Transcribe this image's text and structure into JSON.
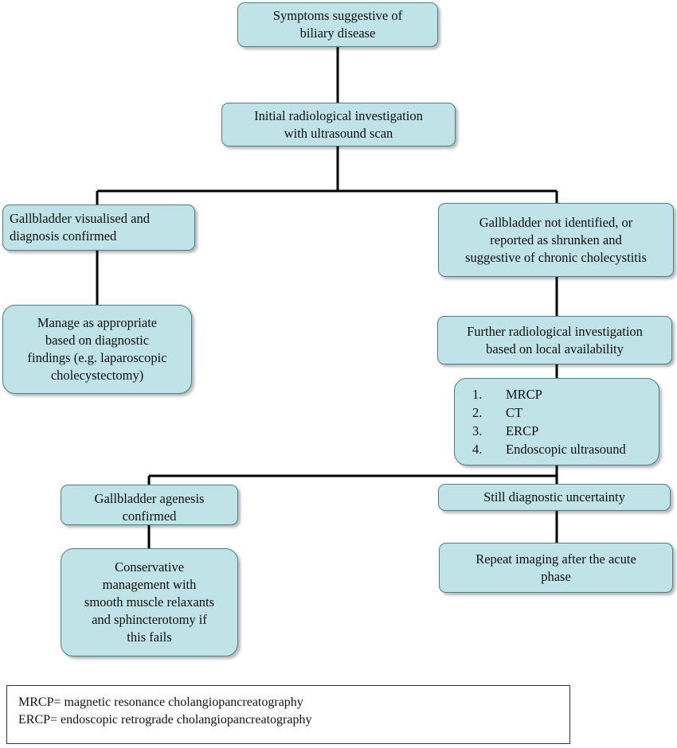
{
  "flowchart": {
    "symptoms": {
      "lines": [
        "Symptoms suggestive of",
        "biliary disease"
      ]
    },
    "initial_investigation": {
      "lines": [
        "Initial radiological investigation",
        "with ultrasound scan"
      ]
    },
    "gallbladder_visualised": {
      "lines": [
        "Gallbladder visualised and",
        "diagnosis confirmed"
      ]
    },
    "gallbladder_not_identified": {
      "lines": [
        "Gallbladder not identified, or",
        "reported as shrunken and",
        "suggestive of chronic cholecystitis"
      ]
    },
    "manage_as_appropriate": {
      "lines": [
        "Manage as appropriate",
        "based on diagnostic",
        "findings (e.g. laparoscopic",
        "cholecystectomy)"
      ]
    },
    "further_investigation": {
      "lines": [
        "Further radiological investigation",
        "based on local availability"
      ]
    },
    "imaging_options": {
      "items": [
        {
          "num": "1.",
          "label": "MRCP"
        },
        {
          "num": "2.",
          "label": "CT"
        },
        {
          "num": "3.",
          "label": "ERCP"
        },
        {
          "num": "4.",
          "label": "Endoscopic ultrasound"
        }
      ]
    },
    "agenesis_confirmed": {
      "lines": [
        "Gallbladder agenesis",
        "confirmed"
      ]
    },
    "still_uncertain": {
      "lines": [
        "Still diagnostic uncertainty"
      ]
    },
    "conservative_management": {
      "lines": [
        "Conservative",
        "management with",
        "smooth muscle relaxants",
        "and sphincterotomy if",
        "this fails"
      ]
    },
    "repeat_imaging": {
      "lines": [
        "Repeat imaging after the acute",
        "phase"
      ]
    }
  },
  "legend": {
    "lines": [
      "MRCP= magnetic resonance cholangiopancreatography",
      "ERCP= endoscopic retrograde cholangiopancreatography"
    ]
  },
  "colors": {
    "box_fill": "#bfe3e6",
    "box_border": "#4e7f86",
    "connector": "#000000"
  }
}
